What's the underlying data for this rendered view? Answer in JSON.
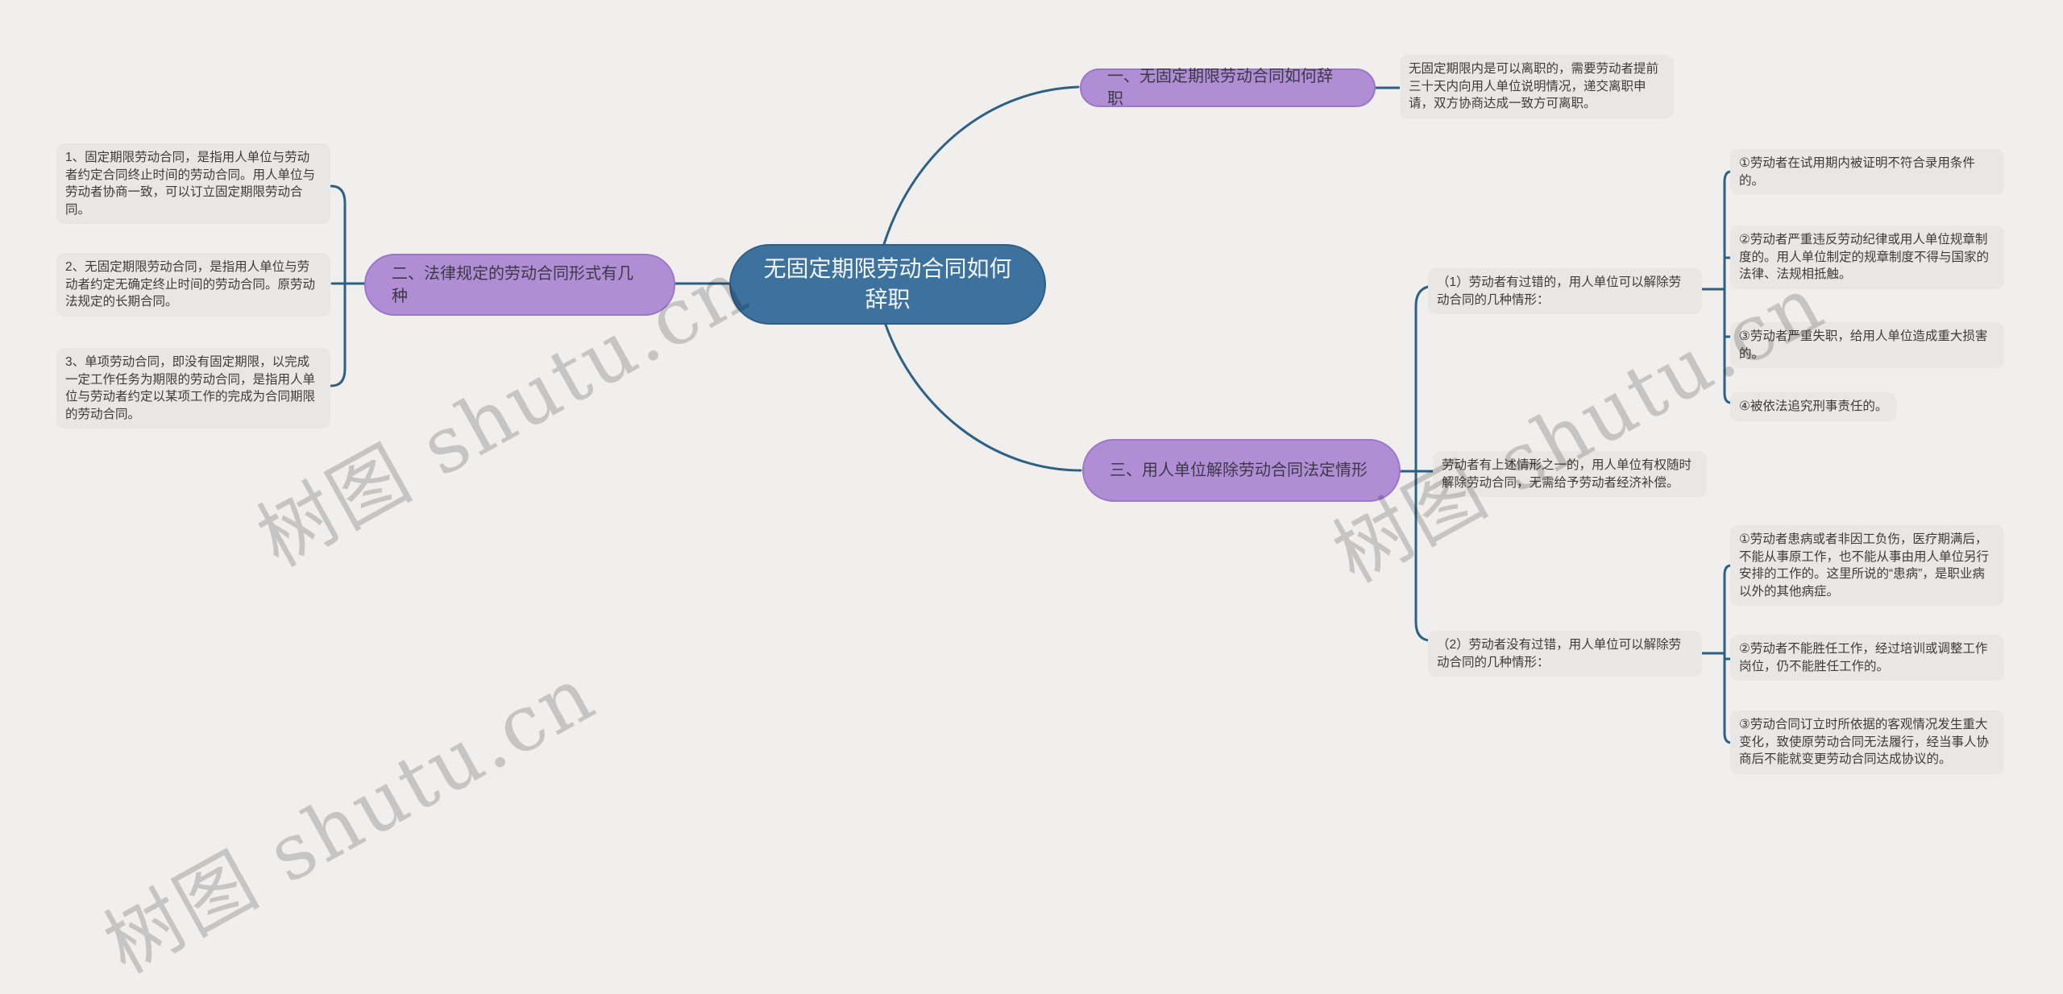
{
  "watermark": {
    "text": "树图 shutu.cn"
  },
  "colors": {
    "background": "#f0efee",
    "center_fill": "#3d729e",
    "center_border": "#2f5e87",
    "branch_fill": "#b18dd6",
    "branch_border": "#9a78c6",
    "note_box_fill": "#e8e7e5",
    "connector": "#2d6184",
    "watermark_gray": "#a7a7a7"
  },
  "mindmap": {
    "center": {
      "label": "无固定期限劳动合同如何辞职"
    },
    "branch_one": {
      "label": "一、无固定期限劳动合同如何辞职",
      "note": "无固定期限内是可以离职的，需要劳动者提前三十天内向用人单位说明情况，递交离职申请，双方协商达成一致方可离职。"
    },
    "branch_two": {
      "label": "二、法律规定的劳动合同形式有几种",
      "items": [
        "1、固定期限劳动合同，是指用人单位与劳动者约定合同终止时间的劳动合同。用人单位与劳动者协商一致，可以订立固定期限劳动合同。",
        "2、无固定期限劳动合同，是指用人单位与劳动者约定无确定终止时间的劳动合同。原劳动法规定的长期合同。",
        "3、单项劳动合同，即没有固定期限，以完成一定工作任务为期限的劳动合同，是指用人单位与劳动者约定以某项工作的完成为合同期限的劳动合同。"
      ]
    },
    "branch_three": {
      "label": "三、用人单位解除劳动合同法定情形",
      "note": "劳动者有上述情形之一的，用人单位有权随时解除劳动合同，无需给予劳动者经济补偿。",
      "fault_group": {
        "label": "（1）劳动者有过错的，用人单位可以解除劳动合同的几种情形：",
        "items": [
          "①劳动者在试用期内被证明不符合录用条件的。",
          "②劳动者严重违反劳动纪律或用人单位规章制度的。用人单位制定的规章制度不得与国家的法律、法规相抵触。",
          "③劳动者严重失职，给用人单位造成重大损害的。",
          "④被依法追究刑事责任的。"
        ]
      },
      "no_fault_group": {
        "label": "（2）劳动者没有过错，用人单位可以解除劳动合同的几种情形：",
        "items": [
          "①劳动者患病或者非因工负伤，医疗期满后，不能从事原工作，也不能从事由用人单位另行安排的工作的。这里所说的“患病”，是职业病以外的其他病症。",
          "②劳动者不能胜任工作，经过培训或调整工作岗位，仍不能胜任工作的。",
          "③劳动合同订立时所依据的客观情况发生重大变化，致使原劳动合同无法履行，经当事人协商后不能就变更劳动合同达成协议的。"
        ]
      }
    }
  }
}
